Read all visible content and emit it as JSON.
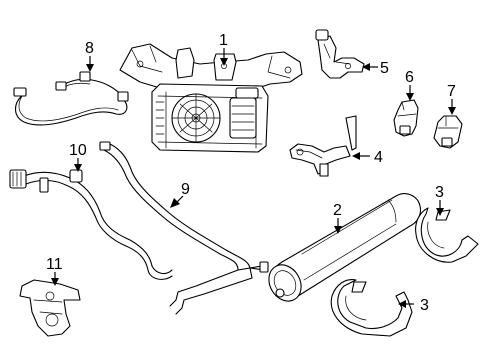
{
  "callouts": [
    {
      "id": "c1",
      "label": "1"
    },
    {
      "id": "c2",
      "label": "2"
    },
    {
      "id": "c3a",
      "label": "3"
    },
    {
      "id": "c3b",
      "label": "3"
    },
    {
      "id": "c4",
      "label": "4"
    },
    {
      "id": "c5",
      "label": "5"
    },
    {
      "id": "c6",
      "label": "6"
    },
    {
      "id": "c7",
      "label": "7"
    },
    {
      "id": "c8",
      "label": "8"
    },
    {
      "id": "c9",
      "label": "9"
    },
    {
      "id": "c10",
      "label": "10"
    },
    {
      "id": "c11",
      "label": "11"
    }
  ]
}
